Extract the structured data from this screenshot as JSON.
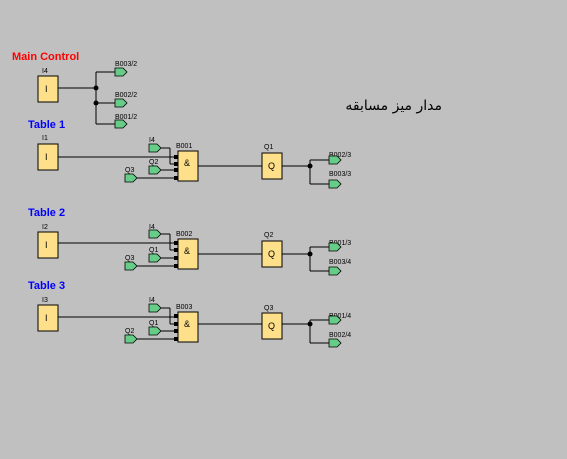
{
  "title": "مدار ميز مسابقه",
  "colors": {
    "background": "#c0c0c0",
    "block_fill": "#ffe08a",
    "connector_fill": "#66cc88",
    "wire": "#000000",
    "main_label": "#ff0000",
    "table_label": "#0000ff"
  },
  "main_control": {
    "label": "Main Control",
    "input_tag": "I4",
    "input_symbol": "I",
    "outputs": [
      "B003/2",
      "B002/2",
      "B001/2"
    ]
  },
  "tables": [
    {
      "label": "Table 1",
      "input_tag": "I1",
      "input_symbol": "I",
      "and_tag": "B001",
      "and_symbol": "&",
      "inputs": [
        "I4",
        "Q2",
        "Q3"
      ],
      "output_tag": "Q1",
      "output_symbol": "Q",
      "outputs": [
        "B002/3",
        "B003/3"
      ]
    },
    {
      "label": "Table 2",
      "input_tag": "I2",
      "input_symbol": "I",
      "and_tag": "B002",
      "and_symbol": "&",
      "inputs": [
        "I4",
        "Q1",
        "Q3"
      ],
      "output_tag": "Q2",
      "output_symbol": "Q",
      "outputs": [
        "B001/3",
        "B003/4"
      ]
    },
    {
      "label": "Table 3",
      "input_tag": "I3",
      "input_symbol": "I",
      "and_tag": "B003",
      "and_symbol": "&",
      "inputs": [
        "I4",
        "Q1",
        "Q2"
      ],
      "output_tag": "Q3",
      "output_symbol": "Q",
      "outputs": [
        "B001/4",
        "B002/4"
      ]
    }
  ]
}
